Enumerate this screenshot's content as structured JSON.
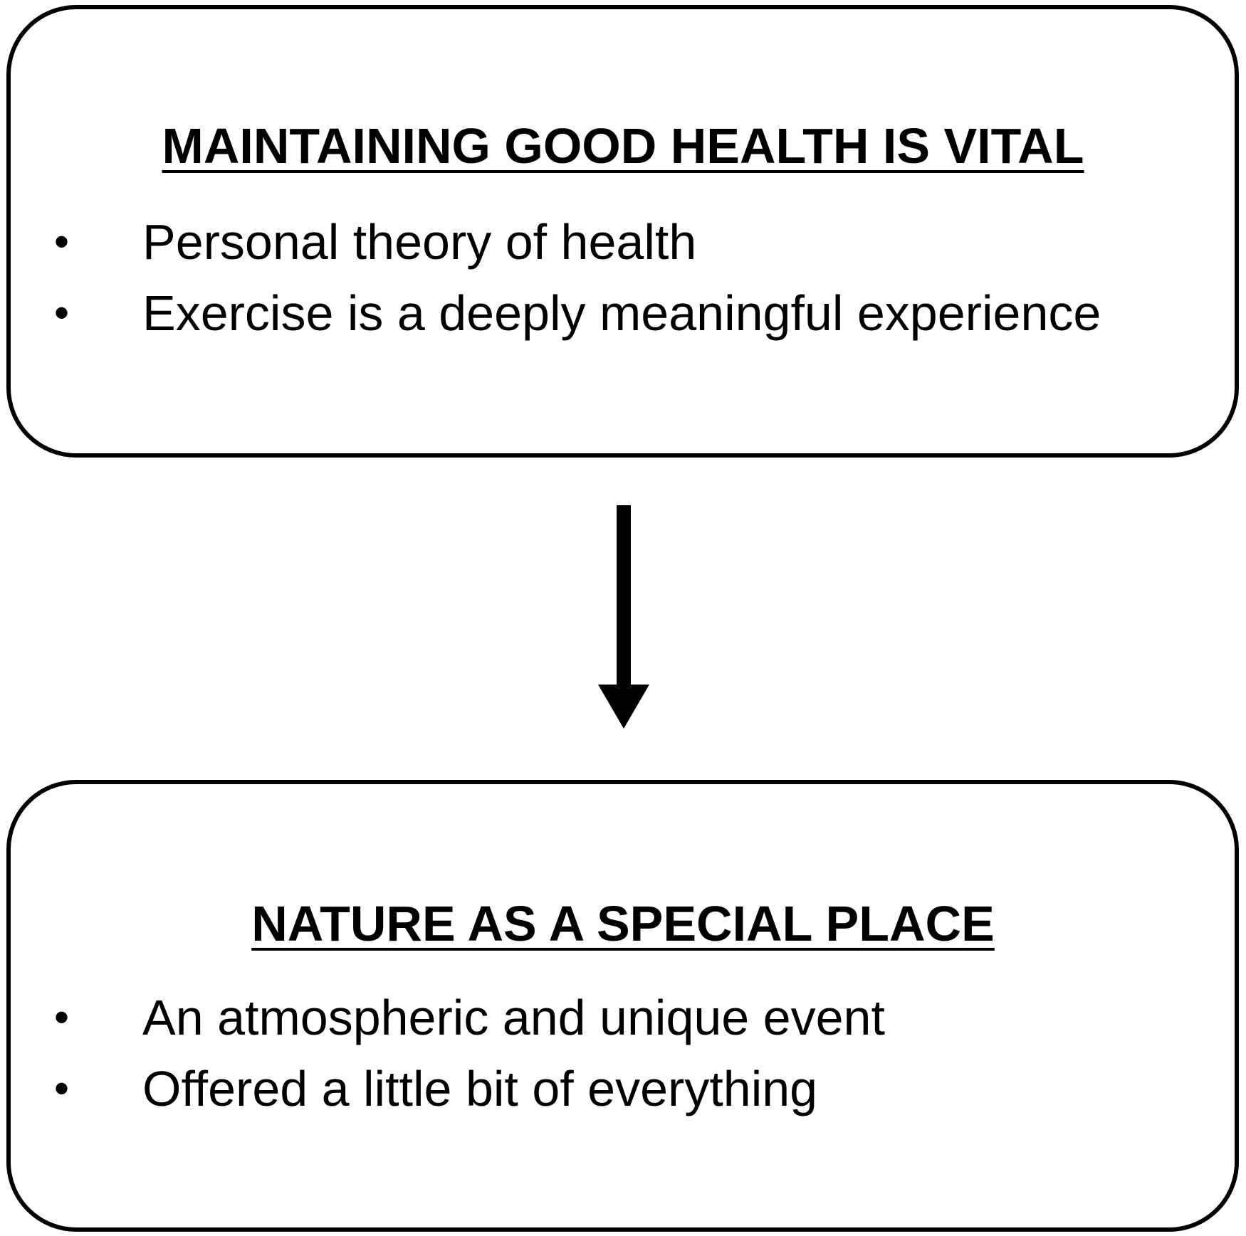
{
  "boxes": [
    {
      "title": "MAINTAINING GOOD HEALTH IS VITAL",
      "items": [
        "Personal theory of health",
        "Exercise is a deeply meaningful experience"
      ]
    },
    {
      "title": "NATURE AS A SPECIAL PLACE",
      "items": [
        "An atmospheric and unique event",
        "Offered a little bit of everything"
      ]
    }
  ],
  "bullet_glyph": "•",
  "colors": {
    "stroke": "#000000",
    "background": "#ffffff"
  }
}
